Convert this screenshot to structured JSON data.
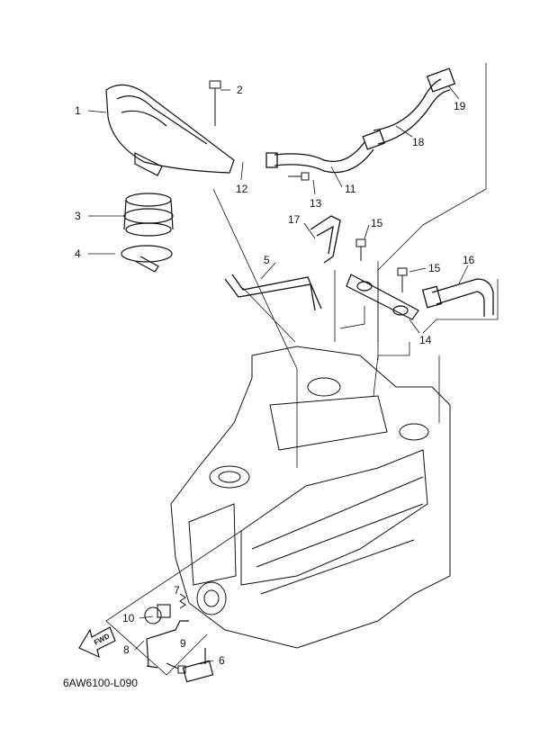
{
  "diagram_code": "6AW6100-L090",
  "fwd_label": "FWD",
  "callouts": [
    "1",
    "2",
    "3",
    "4",
    "5",
    "6",
    "7",
    "8",
    "9",
    "10",
    "11",
    "12",
    "13",
    "14",
    "15",
    "15",
    "16",
    "17",
    "18",
    "19"
  ],
  "colors": {
    "line": "#111111",
    "background": "#ffffff"
  }
}
